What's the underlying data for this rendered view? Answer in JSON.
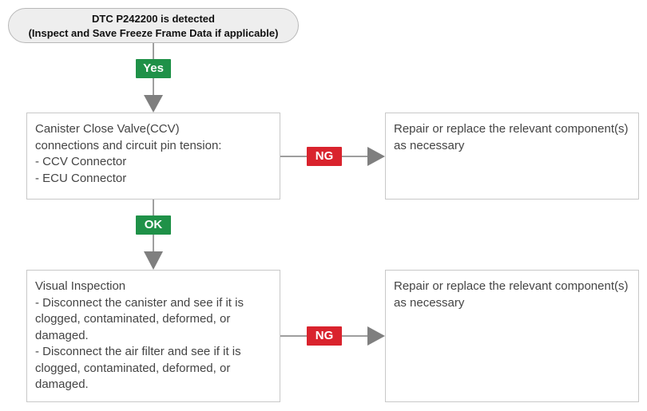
{
  "start": {
    "line1": "DTC P242200 is detected",
    "line2": "(Inspect and Save Freeze Frame Data if applicable)"
  },
  "yes_label": "Yes",
  "ok_label": "OK",
  "ng_label_1": "NG",
  "ng_label_2": "NG",
  "step1": {
    "text": "Canister Close Valve(CCV)\nconnections and circuit pin tension:\n- CCV Connector\n- ECU Connector"
  },
  "step2": {
    "text": "Visual Inspection\n- Disconnect the canister and see if it is clogged, contaminated, deformed, or damaged.\n- Disconnect the air filter and see if it is clogged, contaminated, deformed, or damaged."
  },
  "result1": {
    "text": "Repair or replace the relevant component(s) as necessary"
  },
  "result2": {
    "text": "Repair or replace the relevant component(s) as necessary"
  },
  "colors": {
    "ok_green": "#1f9148",
    "ng_red": "#d9232d",
    "connector_gray": "#7f7f7f",
    "box_border": "#c8c8c8"
  }
}
